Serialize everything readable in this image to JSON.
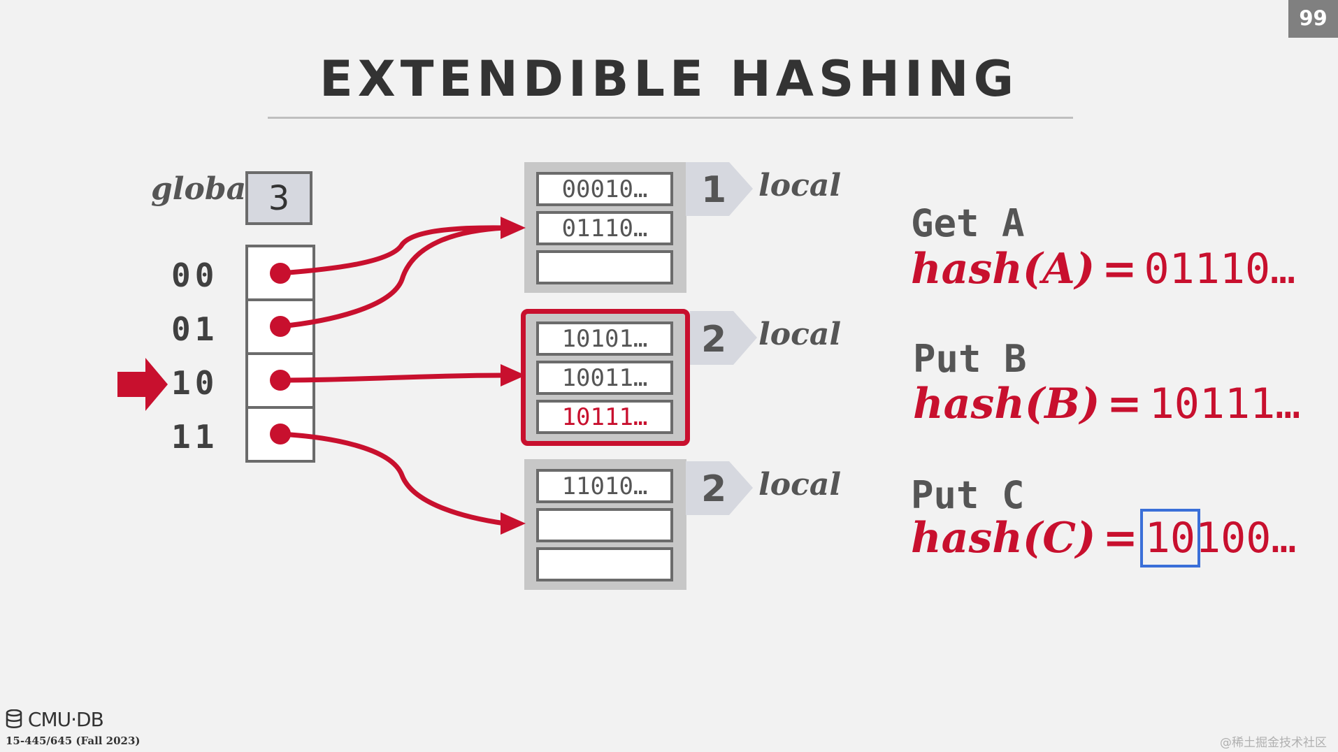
{
  "page_number": "99",
  "title": "EXTENDIBLE HASHING",
  "global": {
    "label": "global",
    "depth": "3"
  },
  "directory": {
    "keys": [
      "00",
      "01",
      "10",
      "11"
    ],
    "current_key": "10"
  },
  "buckets": [
    {
      "local_label": "local",
      "local_depth": "1",
      "slots": [
        "00010…",
        "01110…",
        ""
      ],
      "highlighted": false
    },
    {
      "local_label": "local",
      "local_depth": "2",
      "slots": [
        "10101…",
        "10011…",
        "10111…"
      ],
      "highlighted": true
    },
    {
      "local_label": "local",
      "local_depth": "2",
      "slots": [
        "11010…",
        "",
        ""
      ],
      "highlighted": false
    }
  ],
  "operations": [
    {
      "op": "Get A",
      "hash_fn": "hash(A)",
      "eq": "=",
      "value": "01110…"
    },
    {
      "op": "Put B",
      "hash_fn": "hash(B)",
      "eq": "=",
      "value": "10111…"
    },
    {
      "op": "Put C",
      "hash_fn": "hash(C)",
      "eq": "=",
      "value_prefix": "10",
      "value_rest": "100…"
    }
  ],
  "footer": {
    "logo": "CMU·DB",
    "course": "15-445/645 (Fall 2023)"
  },
  "watermark": "@稀土掘金技术社区",
  "colors": {
    "accent": "#c8102e",
    "highlight_box": "#3a6fd8",
    "slot_border": "#6b6b6b",
    "bucket_fill": "#c7c7c7"
  },
  "icons": [
    "current-pointer-arrow-icon",
    "database-logo-icon"
  ]
}
